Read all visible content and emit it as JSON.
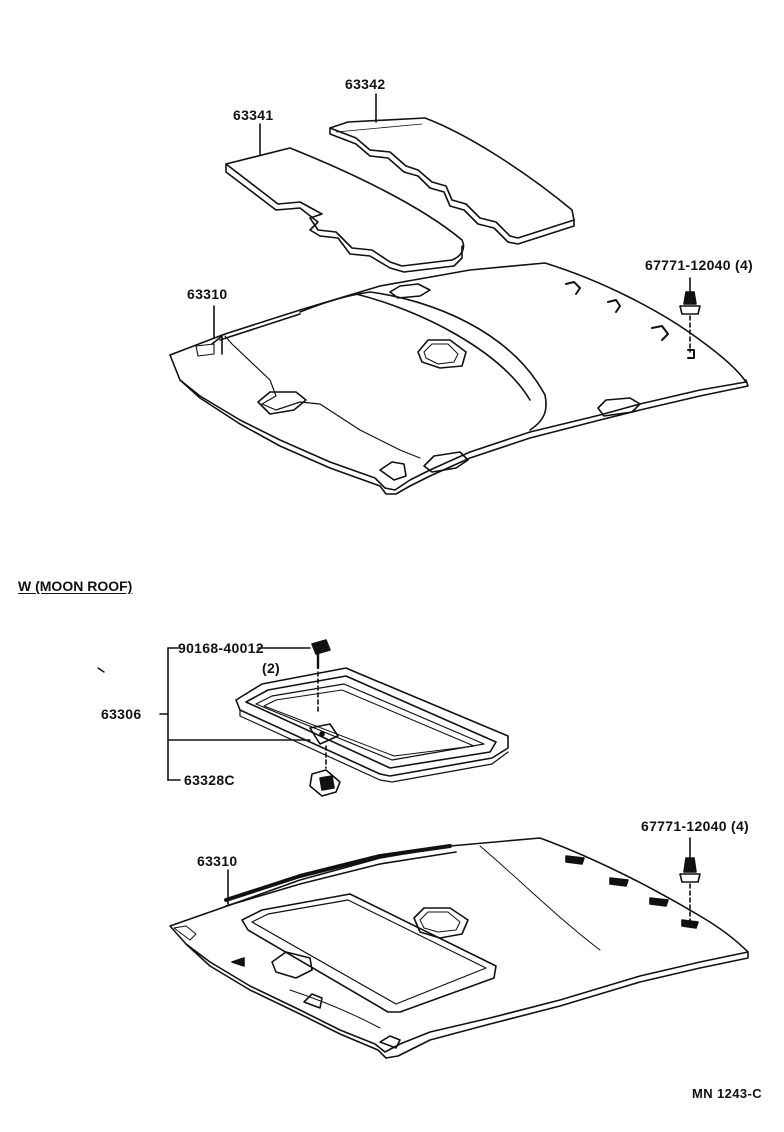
{
  "top": {
    "part_63342": "63342",
    "part_63341": "63341",
    "part_63310": "63310",
    "clip_label": "67771-12040 (4)"
  },
  "moon_roof": {
    "section_title": "W (MOON ROOF)",
    "screw_label": "90168-40012",
    "screw_qty": "(2)",
    "part_63306": "63306",
    "part_63328c": "63328C",
    "part_63310": "63310",
    "clip_label": "67771-12040 (4)"
  },
  "footer": {
    "code": "MN  1243-C"
  }
}
